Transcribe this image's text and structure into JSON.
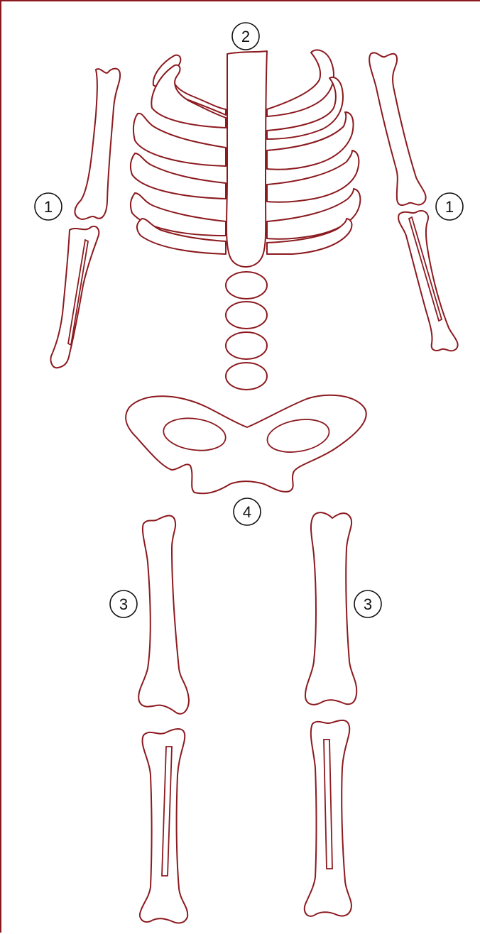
{
  "colors": {
    "outline": "#8B1A1F",
    "background": "#ffffff",
    "label": "#111111"
  },
  "labels": {
    "arm_left": "1",
    "arm_right": "1",
    "ribcage": "2",
    "thigh_left": "3",
    "thigh_right": "3",
    "pelvis": "4"
  }
}
